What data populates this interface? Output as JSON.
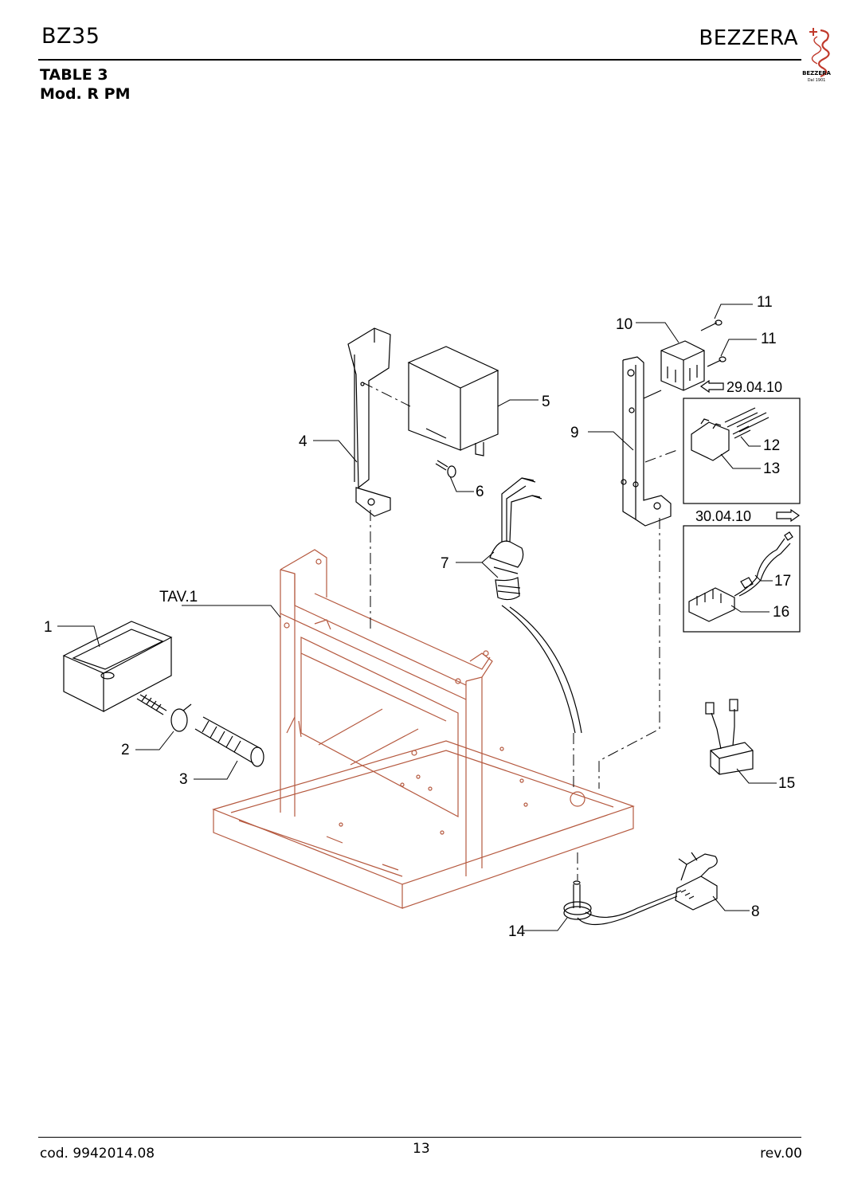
{
  "header": {
    "model": "BZ35",
    "brand": "BEZZERA",
    "logo_text": "BEZZERA",
    "logo_sub": "Dal 1901"
  },
  "title": {
    "line1": "TABLE 3",
    "line2": "Mod. R PM"
  },
  "callouts": {
    "c1": "1",
    "c2": "2",
    "c3": "3",
    "c4": "4",
    "c5": "5",
    "c6": "6",
    "c7": "7",
    "c8": "8",
    "c9": "9",
    "c10": "10",
    "c11a": "11",
    "c11b": "11",
    "c12": "12",
    "c13": "13",
    "c14": "14",
    "c15": "15",
    "c16": "16",
    "c17": "17",
    "tav": "TAV.1"
  },
  "dates": {
    "until": "29.04.10",
    "from": "30.04.10"
  },
  "footer": {
    "code": "cod. 9942014.08",
    "page": "13",
    "revision": "rev.00"
  },
  "colors": {
    "frame": "#b5593f",
    "ink": "#000000"
  }
}
